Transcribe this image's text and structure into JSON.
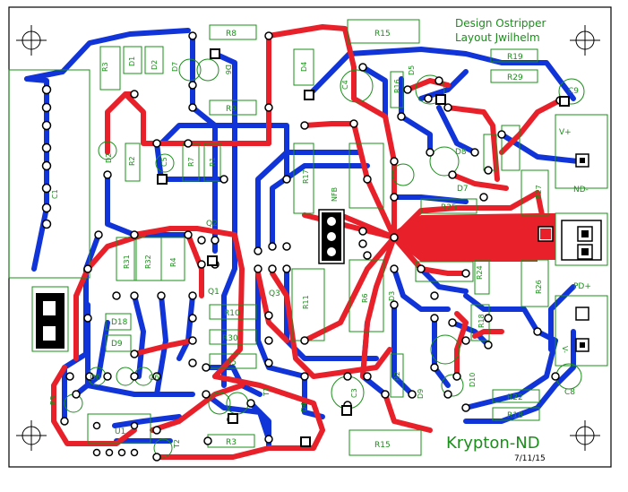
{
  "header": {
    "designer": "Design Ostripper",
    "layout": "Layout Jwilhelm"
  },
  "footer": {
    "project": "Krypton-ND",
    "date": "7/11/15"
  },
  "colors": {
    "top_layer": "#e8202a",
    "bottom_layer": "#1034d8",
    "silkscreen": "#1a8f1a",
    "pad": "#ffffff",
    "outline": "#000000"
  },
  "components": {
    "R1": "R1",
    "R2": "R2",
    "R3": "R3",
    "R4": "R4",
    "R5": "R5",
    "R6": "R6",
    "R7": "R7",
    "R8": "R8",
    "R9": "R9",
    "R10": "R10",
    "R11": "R11",
    "R15": "R15",
    "R16": "R16",
    "R17": "R17",
    "R18": "R18",
    "R19": "R19",
    "R22": "R22",
    "R24": "R24",
    "R25": "R25",
    "R26": "R26",
    "R27": "R27",
    "R29": "R29",
    "R30": "R30",
    "R31": "R31",
    "R32": "R32",
    "C1": "C1",
    "C3": "C3",
    "C4": "C4",
    "C5": "C5",
    "C6": "C6",
    "C8": "C8",
    "C9": "C9",
    "D1": "D1",
    "D2": "D2",
    "D3": "D3",
    "D4": "D4",
    "D5": "D5",
    "D6": "D6",
    "D7": "D7",
    "D8": "D8",
    "D9": "D9",
    "D10": "D10",
    "D18": "D18",
    "Q1": "Q1",
    "Q2": "Q2",
    "Q3": "Q3",
    "T1": "T1",
    "T2": "T2",
    "U1": "U1",
    "NFB": "NFB",
    "ND_minus": "ND-",
    "PD_plus": "PD+",
    "V_plus": "V+",
    "V_minus": "V-"
  }
}
